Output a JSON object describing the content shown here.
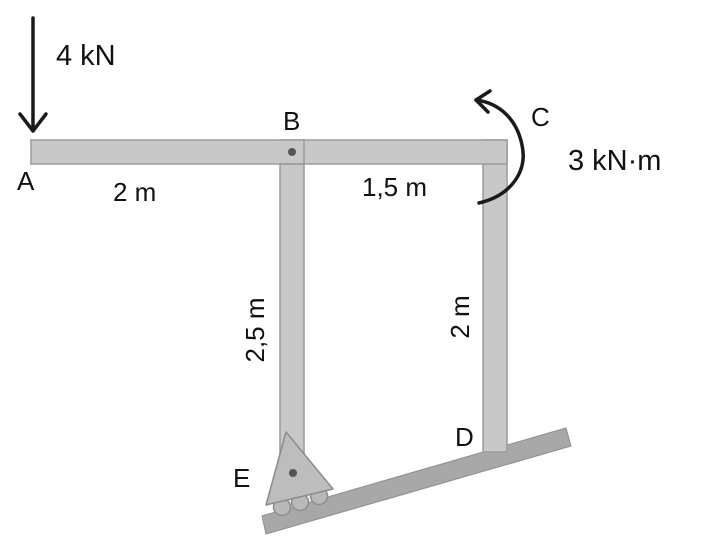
{
  "load": {
    "force_label": "4 kN",
    "moment_label": "3 kN·m"
  },
  "points": {
    "A": "A",
    "B": "B",
    "C": "C",
    "D": "D",
    "E": "E"
  },
  "dimensions": {
    "ab": "2 m",
    "bc": "1,5 m",
    "be": "2,5 m",
    "cd": "2 m"
  },
  "colors": {
    "member_fill": "#c8c8c8",
    "member_stroke": "#9a9a9a",
    "line": "#1a1a1a",
    "ground": "#a8a8a8"
  }
}
